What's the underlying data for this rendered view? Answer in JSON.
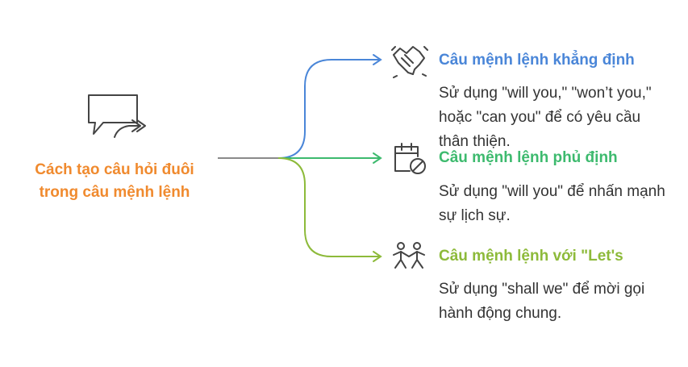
{
  "root": {
    "line1": "Cách tạo câu hỏi đuôi",
    "line2": "trong câu mệnh lệnh",
    "color": "#f08a2e",
    "icon": "chat-reply-icon"
  },
  "branches": [
    {
      "title": "Câu mệnh lệnh khẳng định",
      "desc": "Sử dụng \"will you,\" \"won’t you,\" hoặc \"can you\" để có yêu cầu thân thiện.",
      "color": "#4a86d8",
      "icon": "handshake-icon"
    },
    {
      "title": "Câu mệnh lệnh phủ định",
      "desc": "Sử dụng \"will you\" để nhấn mạnh sự lịch sự.",
      "color": "#3dba6e",
      "icon": "calendar-prohibited-icon"
    },
    {
      "title": "Câu mệnh lệnh với \"Let's",
      "desc": "Sử dụng \"shall we\" để mời gọi hành động chung.",
      "color": "#8dba3a",
      "icon": "two-people-icon"
    }
  ]
}
